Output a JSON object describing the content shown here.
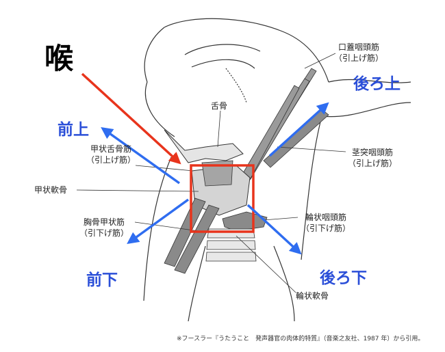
{
  "title": "喉",
  "directions": {
    "front_up": "前上",
    "front_down": "前下",
    "back_up": "後ろ上",
    "back_down": "後ろ下"
  },
  "labels": {
    "palatopharyngeus": "口蓋咽頭筋",
    "palatopharyngeus_sub": "（引上げ筋）",
    "hyoid": "舌骨",
    "thyrohyoid": "甲状舌骨筋",
    "thyrohyoid_sub": "（引上げ筋）",
    "thyroid_cartilage": "甲状軟骨",
    "stylopharyngeus": "茎突咽頭筋",
    "stylopharyngeus_sub": "（引上げ筋）",
    "sternothyroid": "胸骨甲状筋",
    "sternothyroid_sub": "（引下げ筋）",
    "cricopharyngeus": "輪状咽頭筋",
    "cricopharyngeus_sub": "（引下げ筋）",
    "cricoid_cartilage": "輪状軟骨"
  },
  "caption": "※フースラー『うたうこと　発声器官の肉体的特質』（音楽之友社、1987 年）から引用。",
  "colors": {
    "red": "#e8341c",
    "blue": "#2f6df0",
    "muscle": "#8a8a8a",
    "cartilage": "#d4d4d4"
  }
}
